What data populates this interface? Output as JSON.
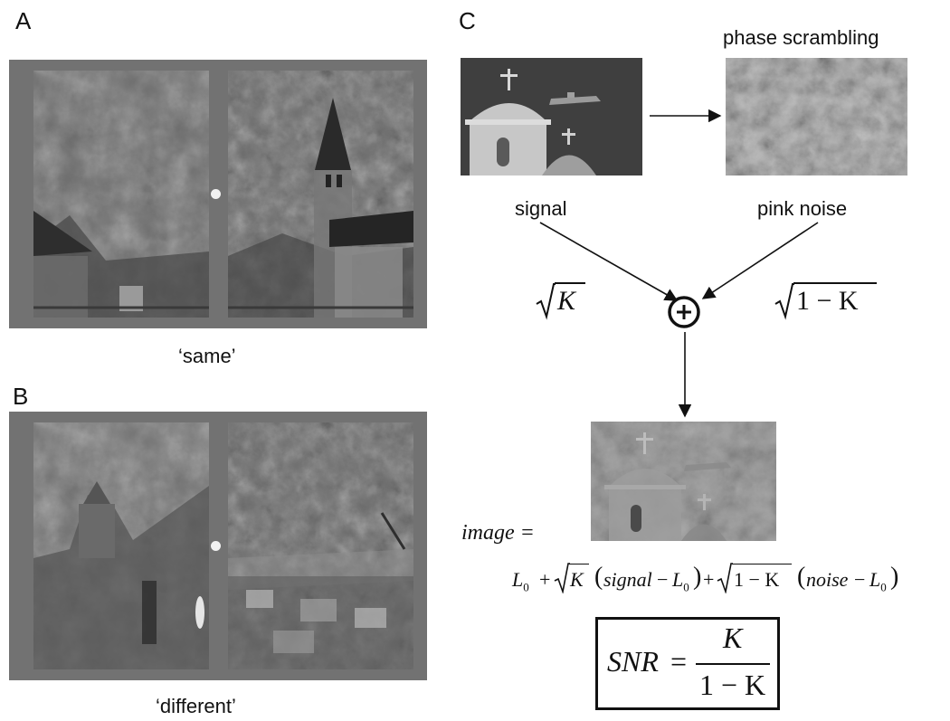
{
  "panels": {
    "a": {
      "letter": "A",
      "caption": "‘same’"
    },
    "b": {
      "letter": "B",
      "caption": "‘different’"
    },
    "c": {
      "letter": "C",
      "phase_label": "phase scrambling",
      "signal_label": "signal",
      "noise_label": "pink noise",
      "sqrt_k": "K",
      "sqrt_one_minus_k": "1 − K",
      "image_eq": "image =",
      "formula": {
        "l0": "L",
        "sub0": "0",
        "plus": "+",
        "k": "K",
        "signal": "signal",
        "minus": "−",
        "one_minus_k": "1 − K",
        "noise": "noise"
      },
      "snr": {
        "lhs": "SNR",
        "eq": "=",
        "num": "K",
        "den": "1 − K"
      }
    }
  },
  "colors": {
    "frame": "#727272",
    "ink": "#111111",
    "dot": "#f2f2f2"
  }
}
